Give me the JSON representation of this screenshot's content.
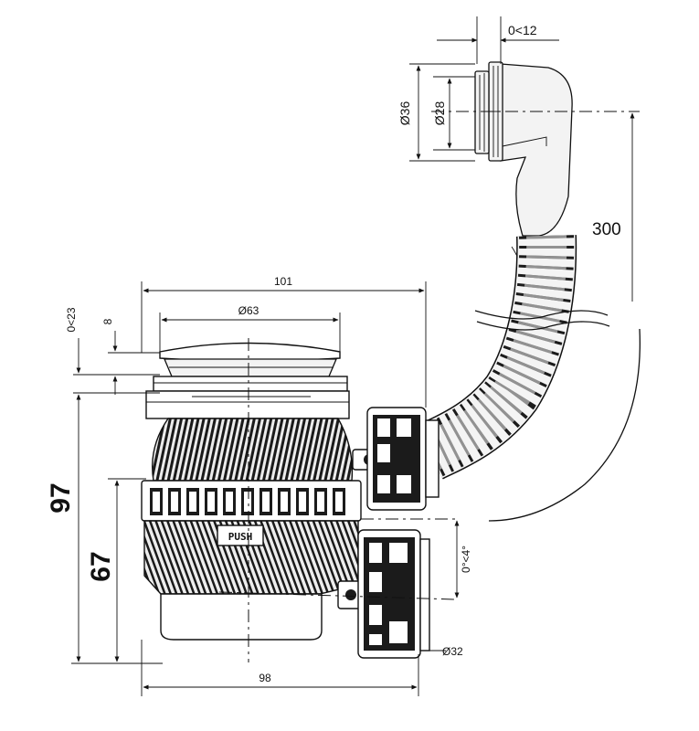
{
  "dimensions": {
    "outlet_range": "0<12",
    "outer_diameter": "Ø36",
    "inner_diameter": "Ø28",
    "hose_length": "300",
    "total_width": "101",
    "plug_diameter": "Ø63",
    "range_top": "0<23",
    "step_8": "8",
    "total_height": "97",
    "lower_height": "67",
    "angle_range": "0°<4°",
    "outlet_diameter": "Ø32",
    "base_width": "98"
  },
  "labels": {
    "push": "PUSH"
  }
}
